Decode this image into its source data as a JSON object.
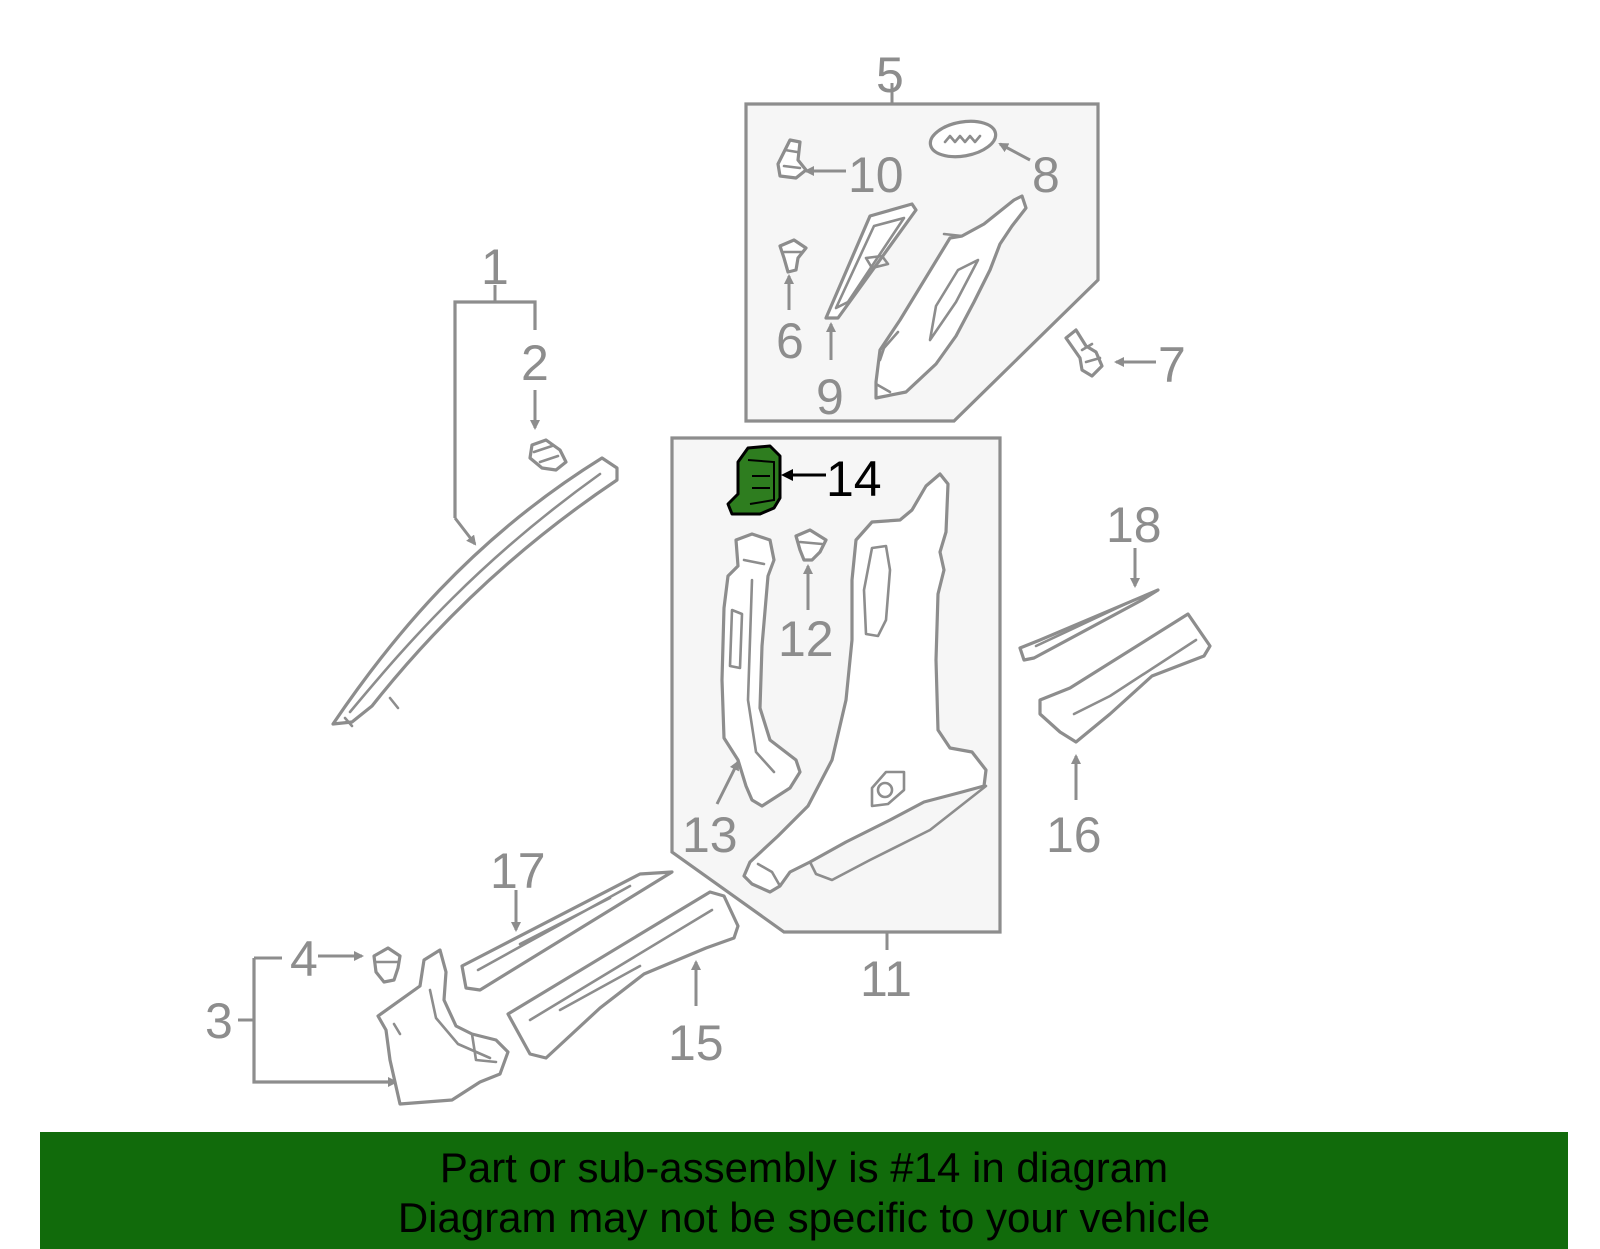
{
  "highlight_color": "#116b0b",
  "part_fill_color": "#2e7d1f",
  "line_color": "#8d8d8d",
  "callouts": {
    "c1": "1",
    "c2": "2",
    "c3": "3",
    "c4": "4",
    "c5": "5",
    "c6": "6",
    "c7": "7",
    "c8": "8",
    "c9": "9",
    "c10": "10",
    "c11": "11",
    "c12": "12",
    "c13": "13",
    "c14": "14",
    "c15": "15",
    "c16": "16",
    "c17": "17",
    "c18": "18"
  },
  "highlighted_part": "14",
  "banner": {
    "line1": "Part or sub-assembly is #14 in diagram",
    "line2": "Diagram may not be specific to your vehicle"
  }
}
